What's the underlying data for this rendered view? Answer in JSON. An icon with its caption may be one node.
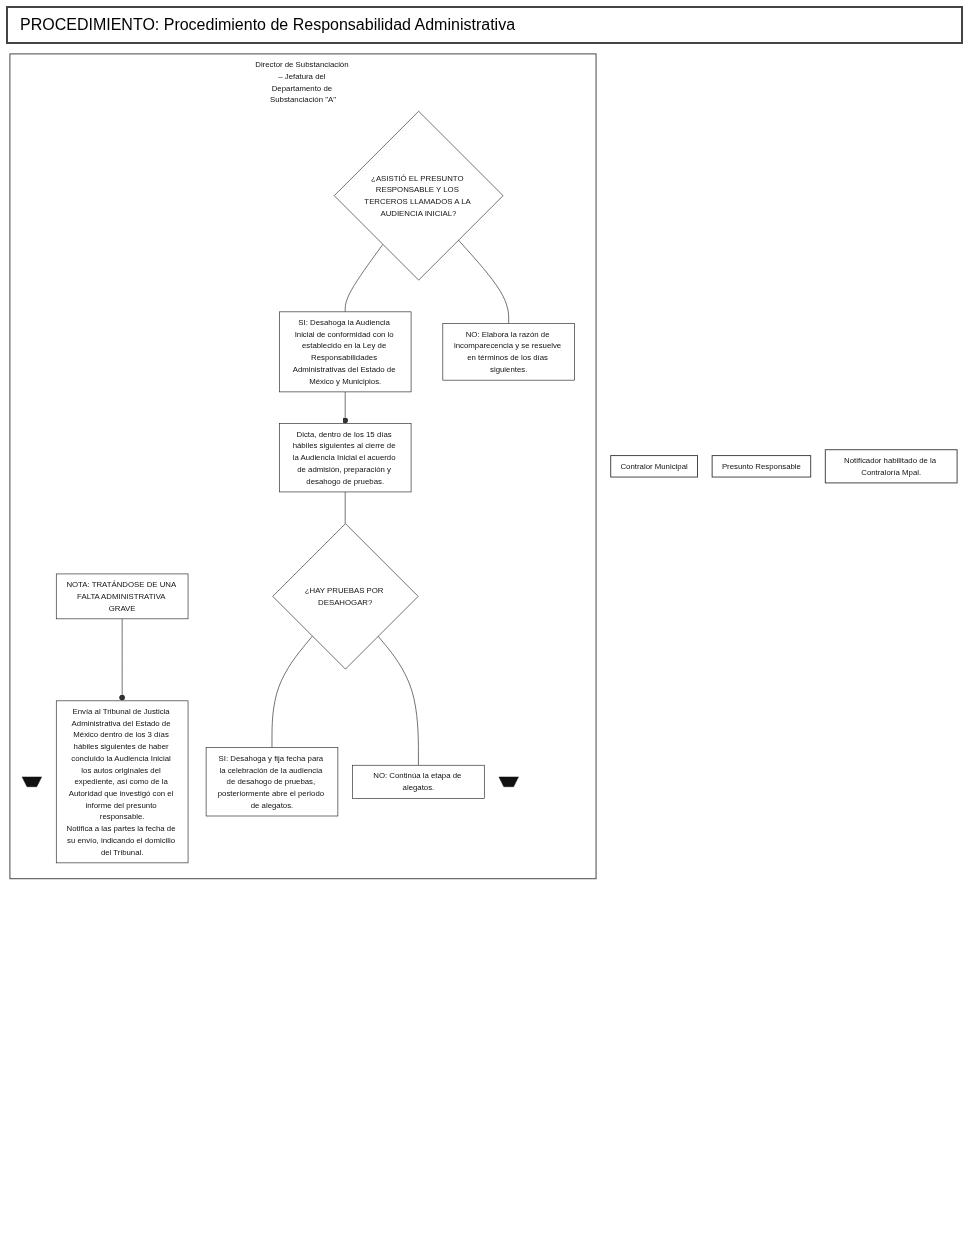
{
  "diagram": {
    "title": "PROCEDIMIENTO: Procedimiento de Responsabilidad Administrativa",
    "nodes": [
      {
        "text": [
          "Contralor Municipal"
        ]
      },
      {
        "text": [
          "Director de Substanciación – Jefatura del Departamento de Substanciación \"A\""
        ]
      },
      {
        "text": [
          "Presunto Responsable"
        ]
      },
      {
        "text": [
          "Notificador habilitado de la Contraloría Mpal."
        ]
      },
      {
        "text": [],
        "shape": "connector",
        "in": 1
      },
      {
        "text": [
          "¿ASISTIÓ EL PRESUNTO RESPONSABLE Y LOS TERCEROS LLAMADOS A LA AUDIENCIA INICIAL?"
        ],
        "in": 1
      },
      {
        "text": [
          "SI: Desahoga la Audiencia Inicial de conformidad con lo establecido en la Ley de Responsabilidades Administrativas del Estado de México y Municipios."
        ],
        "in": 1
      },
      {
        "text": [
          "NO: Elabora la razón de incomparecencia y se resuelve en términos de los días siguientes."
        ],
        "in": 1
      },
      {
        "text": [
          "NOTA: TRATÁNDOSE DE UNA FALTA ADMINISTRATIVA GRAVE"
        ],
        "in": 1
      },
      {
        "text": [
          "Envía al Tribunal de Justicia Administrativa del Estado de México dentro de los 3 días hábiles siguientes de haber concluido la Audiencia Inicial los autos originales del expediente, así como de la Autoridad que investigó con el informe del presunto responsable.",
          "Notifica a las partes la fecha de su envío, indicando el domicilio del Tribunal."
        ],
        "in": 1
      },
      {
        "text": [
          "Dicta, dentro de los 15 días hábiles siguientes al cierre de la Audiencia Inicial el acuerdo de admisión, preparación y desahogo de pruebas."
        ],
        "in": 1
      },
      {
        "text": [
          "¿HAY PRUEBAS POR DESAHOGAR?"
        ],
        "in": 1
      },
      {
        "text": [
          "SI: Desahoga y fija fecha para la celebración de la audiencia de desahogo de pruebas, posteriormente abre el periodo de alegatos."
        ],
        "in": 1
      },
      {
        "text": [
          "NO: Continúa la etapa de alegatos."
        ],
        "in": 1
      },
      {
        "text": [],
        "shape": "connector",
        "in": 1
      }
    ],
    "edges": [
      {
        "from": 5,
        "to": 6,
        "arrow": "none"
      },
      {
        "from": 5,
        "to": 7,
        "arrow": "none"
      },
      {
        "from": 6,
        "to": 10,
        "arrow": "other"
      },
      {
        "from": 8,
        "to": 9,
        "arrow": "other"
      },
      {
        "from": 10,
        "to": 11,
        "arrow": "none"
      },
      {
        "from": 11,
        "to": 12,
        "arrow": "none"
      },
      {
        "from": 11,
        "to": 13,
        "arrow": "none"
      }
    ]
  }
}
